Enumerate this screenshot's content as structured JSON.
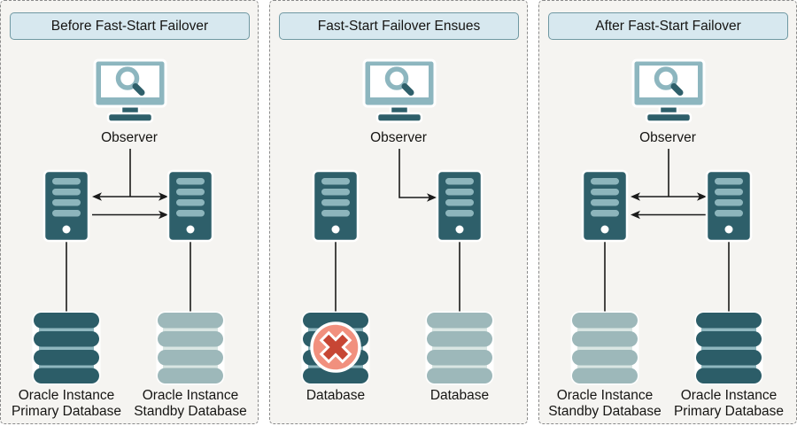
{
  "colors": {
    "page_background": "#ffffff",
    "panel_background": "#f5f4f1",
    "panel_dashed_border": "#8a8a8a",
    "title_bar_fill": "#d7e8ef",
    "title_bar_border": "#6f98a2",
    "teal_dark": "#2e5f6a",
    "teal_light": "#8db6bf",
    "db_dark_disc": "#2c5d68",
    "db_dark_band": "#8fb7bf",
    "db_light_disc": "#9db8ba",
    "db_light_band": "#d9e6e3",
    "error_badge_fill": "#f1907e",
    "error_x_fill": "#c74634",
    "connector_line": "#1a1a1a",
    "text": "#161513"
  },
  "panels": [
    {
      "title": "Before Fast-Start Failover",
      "observer_label": "Observer",
      "left_database_label": "Oracle Instance\nPrimary Database",
      "right_database_label": "Oracle Instance\nStandby Database",
      "left_database_style": "dark-primary",
      "right_database_style": "light-standby",
      "connections": [
        "observer-down-to-link",
        "servers-bidirectional-arrow",
        "left-to-right-arrow"
      ]
    },
    {
      "title": "Fast-Start Failover Ensues",
      "observer_label": "Observer",
      "left_database_label": "Database",
      "right_database_label": "Database",
      "left_database_style": "dark-primary-failed",
      "right_database_style": "light-standby",
      "connections": [
        "observer-elbow-arrow-to-right-server"
      ]
    },
    {
      "title": "After Fast-Start Failover",
      "observer_label": "Observer",
      "left_database_label": "Oracle Instance\nStandby Database",
      "right_database_label": "Oracle Instance\nPrimary Database",
      "left_database_style": "light-standby",
      "right_database_style": "dark-primary",
      "connections": [
        "observer-down-to-link",
        "servers-bidirectional-arrow",
        "right-to-left-arrow"
      ]
    }
  ]
}
